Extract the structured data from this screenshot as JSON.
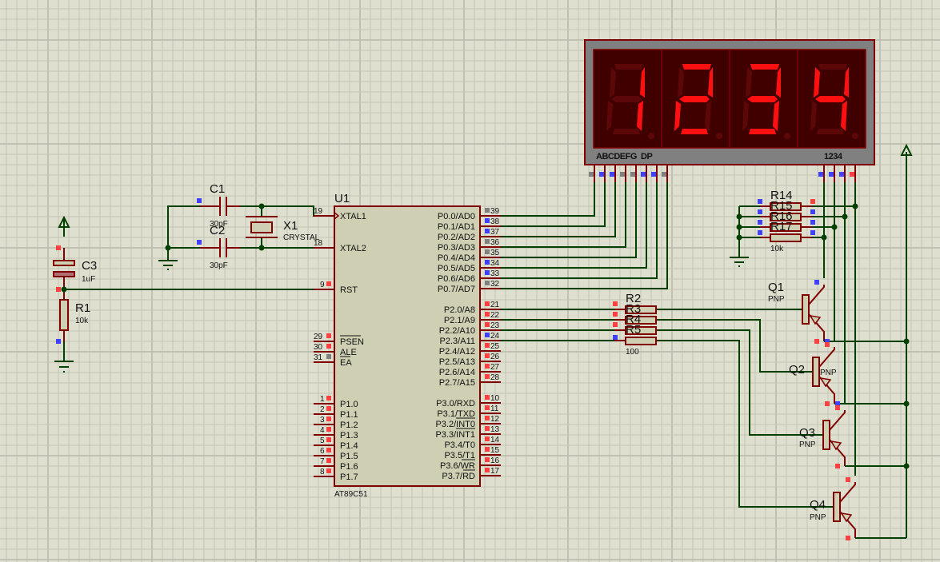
{
  "colors": {
    "background": "#dfdfd0",
    "grid_minor": "#c4c4b6",
    "grid_major": "#b9b9aa",
    "wire": "#004000",
    "component": "#800000",
    "body_fill": "#cfcfb4",
    "pin_red": "#ff4040",
    "pin_blue": "#4040ff",
    "pin_gray": "#808080",
    "display_case": "#808080",
    "display_bg": "#400000",
    "seg_on": "#ff1010",
    "seg_off": "#5c0808"
  },
  "display": {
    "digits": [
      "1",
      "2",
      "3",
      "4"
    ],
    "segment_label": "ABCDEFG  DP",
    "digit_label": "1234",
    "pin_states": [
      "gray",
      "blue",
      "blue",
      "gray",
      "gray",
      "blue",
      "blue",
      "gray"
    ],
    "common_pin_states": [
      "blue",
      "blue",
      "blue",
      "red"
    ]
  },
  "mcu": {
    "ref": "U1",
    "part": "AT89C51",
    "left_pins": [
      {
        "num": "19",
        "name": "XTAL1",
        "state": "none"
      },
      {
        "num": "18",
        "name": "XTAL2",
        "state": "none"
      },
      {
        "num": "9",
        "name": "RST",
        "state": "red"
      },
      {
        "num": "29",
        "name": "PSEN",
        "state": "red",
        "overline": true
      },
      {
        "num": "30",
        "name": "ALE",
        "state": "red"
      },
      {
        "num": "31",
        "name": "EA",
        "state": "gray",
        "overline": true
      },
      {
        "num": "1",
        "name": "P1.0",
        "state": "red"
      },
      {
        "num": "2",
        "name": "P1.1",
        "state": "red"
      },
      {
        "num": "3",
        "name": "P1.2",
        "state": "red"
      },
      {
        "num": "4",
        "name": "P1.3",
        "state": "red"
      },
      {
        "num": "5",
        "name": "P1.4",
        "state": "red"
      },
      {
        "num": "6",
        "name": "P1.5",
        "state": "red"
      },
      {
        "num": "7",
        "name": "P1.6",
        "state": "red"
      },
      {
        "num": "8",
        "name": "P1.7",
        "state": "red"
      }
    ],
    "right_pins": [
      {
        "num": "39",
        "name": "P0.0/AD0",
        "state": "gray"
      },
      {
        "num": "38",
        "name": "P0.1/AD1",
        "state": "blue"
      },
      {
        "num": "37",
        "name": "P0.2/AD2",
        "state": "blue"
      },
      {
        "num": "36",
        "name": "P0.3/AD3",
        "state": "gray"
      },
      {
        "num": "35",
        "name": "P0.4/AD4",
        "state": "gray"
      },
      {
        "num": "34",
        "name": "P0.5/AD5",
        "state": "blue"
      },
      {
        "num": "33",
        "name": "P0.6/AD6",
        "state": "blue"
      },
      {
        "num": "32",
        "name": "P0.7/AD7",
        "state": "gray"
      },
      {
        "num": "21",
        "name": "P2.0/A8",
        "state": "red"
      },
      {
        "num": "22",
        "name": "P2.1/A9",
        "state": "red"
      },
      {
        "num": "23",
        "name": "P2.2/A10",
        "state": "red"
      },
      {
        "num": "24",
        "name": "P2.3/A11",
        "state": "blue"
      },
      {
        "num": "25",
        "name": "P2.4/A12",
        "state": "red"
      },
      {
        "num": "26",
        "name": "P2.5/A13",
        "state": "red"
      },
      {
        "num": "27",
        "name": "P2.6/A14",
        "state": "red"
      },
      {
        "num": "28",
        "name": "P2.7/A15",
        "state": "red"
      },
      {
        "num": "10",
        "name": "P3.0/RXD",
        "state": "red"
      },
      {
        "num": "11",
        "name": "P3.1/TXD",
        "state": "red"
      },
      {
        "num": "12",
        "name": "P3.2/INT0",
        "state": "red"
      },
      {
        "num": "13",
        "name": "P3.3/INT1",
        "state": "red"
      },
      {
        "num": "14",
        "name": "P3.4/T0",
        "state": "red"
      },
      {
        "num": "15",
        "name": "P3.5/T1",
        "state": "red"
      },
      {
        "num": "16",
        "name": "P3.6/WR",
        "state": "red"
      },
      {
        "num": "17",
        "name": "P3.7/RD",
        "state": "red"
      }
    ]
  },
  "components": {
    "c1": {
      "ref": "C1",
      "value": "30pF"
    },
    "c2": {
      "ref": "C2",
      "value": "30pF"
    },
    "x1": {
      "ref": "X1",
      "value": "CRYSTAL"
    },
    "c3": {
      "ref": "C3",
      "value": "1uF"
    },
    "r1": {
      "ref": "R1",
      "value": "10k"
    },
    "base_resistors": {
      "refs": [
        "R2",
        "R3",
        "R4",
        "R5"
      ],
      "value": "100"
    },
    "pullups": {
      "refs": [
        "R14",
        "R15",
        "R16",
        "R17"
      ],
      "value": "10k"
    },
    "transistors": [
      {
        "ref": "Q1",
        "type": "PNP"
      },
      {
        "ref": "Q2",
        "type": "PNP"
      },
      {
        "ref": "Q3",
        "type": "PNP"
      },
      {
        "ref": "Q4",
        "type": "PNP"
      }
    ]
  }
}
